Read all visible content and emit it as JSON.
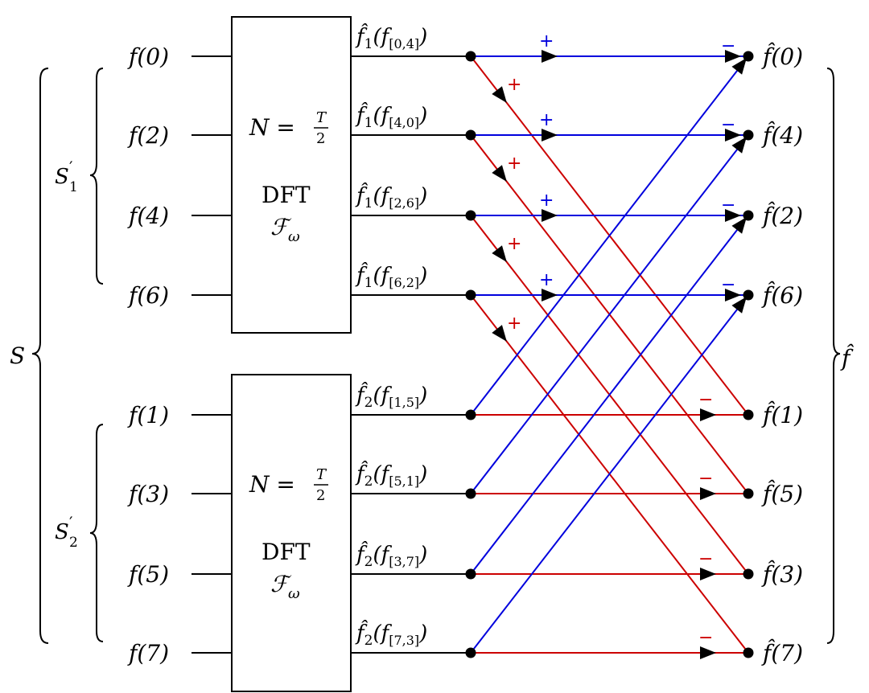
{
  "colors": {
    "stroke": "#000000",
    "blue": "#0000dd",
    "red": "#cc0000",
    "background": "#ffffff"
  },
  "labels": {
    "S": "S",
    "S1_base": "S",
    "S1_prime": "′",
    "S1_sub": "1",
    "S2_base": "S",
    "S2_prime": "′",
    "S2_sub": "2",
    "fhat_total": "f̂"
  },
  "inputs": [
    {
      "text": "f(0)"
    },
    {
      "text": "f(2)"
    },
    {
      "text": "f(4)"
    },
    {
      "text": "f(6)"
    },
    {
      "text": "f(1)"
    },
    {
      "text": "f(3)"
    },
    {
      "text": "f(5)"
    },
    {
      "text": "f(7)"
    }
  ],
  "outputs": [
    {
      "text": "f̂(0)"
    },
    {
      "text": "f̂(4)"
    },
    {
      "text": "f̂(2)"
    },
    {
      "text": "f̂(6)"
    },
    {
      "text": "f̂(1)"
    },
    {
      "text": "f̂(5)"
    },
    {
      "text": "f̂(3)"
    },
    {
      "text": "f̂(7)"
    }
  ],
  "intermediate": [
    {
      "base": "f̂",
      "sub": "1",
      "arg": "(f",
      "idx": "[0,4]",
      "close": ")"
    },
    {
      "base": "f̂",
      "sub": "1",
      "arg": "(f",
      "idx": "[4,0]",
      "close": ")"
    },
    {
      "base": "f̂",
      "sub": "1",
      "arg": "(f",
      "idx": "[2,6]",
      "close": ")"
    },
    {
      "base": "f̂",
      "sub": "1",
      "arg": "(f",
      "idx": "[6,2]",
      "close": ")"
    },
    {
      "base": "f̂",
      "sub": "2",
      "arg": "(f",
      "idx": "[1,5]",
      "close": ")"
    },
    {
      "base": "f̂",
      "sub": "2",
      "arg": "(f",
      "idx": "[5,1]",
      "close": ")"
    },
    {
      "base": "f̂",
      "sub": "2",
      "arg": "(f",
      "idx": "[3,7]",
      "close": ")"
    },
    {
      "base": "f̂",
      "sub": "2",
      "arg": "(f",
      "idx": "[7,3]",
      "close": ")"
    }
  ],
  "boxes": [
    {
      "n_text": "N =",
      "frac_num": "T",
      "frac_den": "2",
      "dft": "DFT",
      "op": "ℱ",
      "op_sub": "ω"
    },
    {
      "n_text": "N =",
      "frac_num": "T",
      "frac_den": "2",
      "dft": "DFT",
      "op": "ℱ",
      "op_sub": "ω"
    }
  ],
  "signs": {
    "plus": "+",
    "minus": "−"
  }
}
